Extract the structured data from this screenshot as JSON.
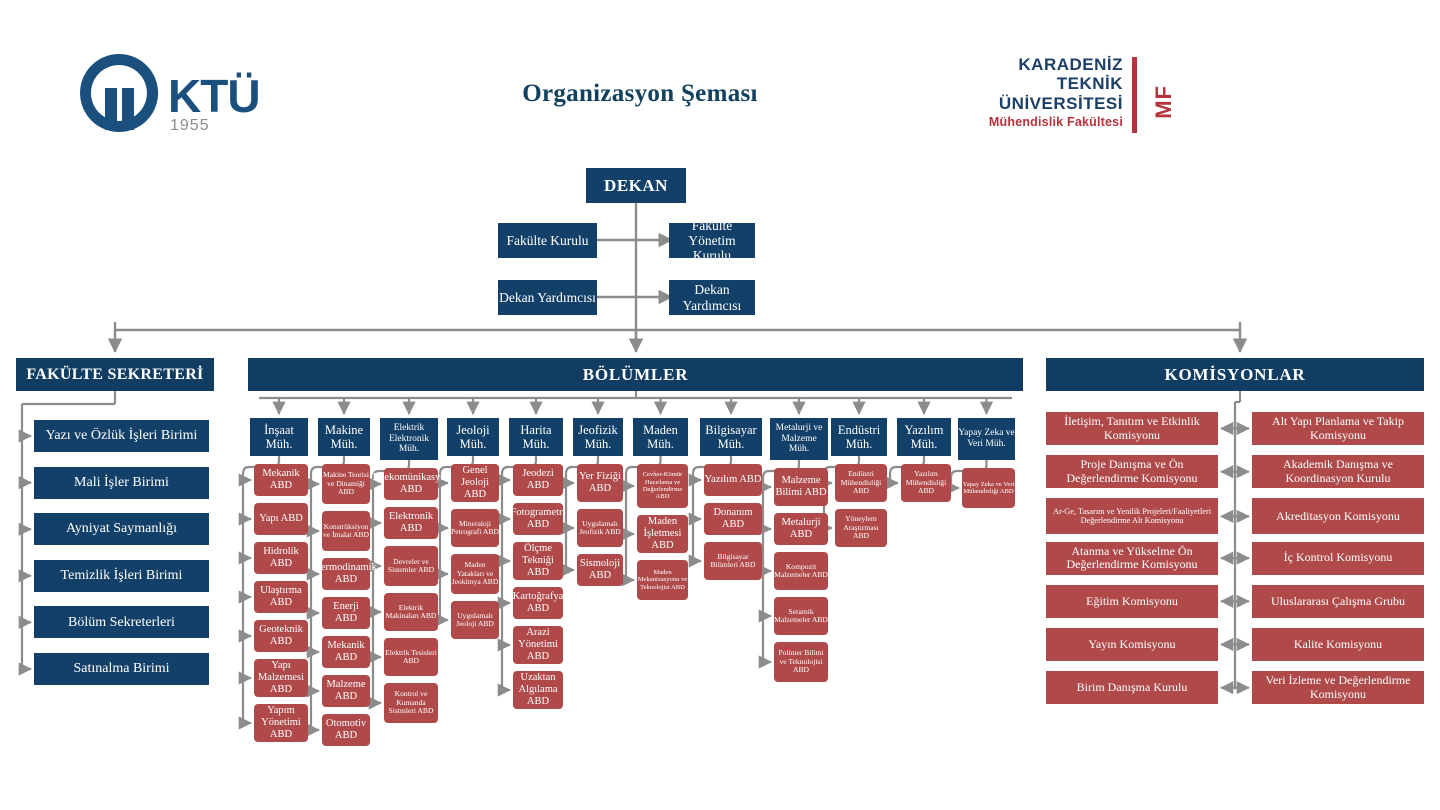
{
  "header": {
    "title": "Organizasyon Şeması",
    "logo_left": {
      "name": "ktu-logo",
      "text": "KTÜ",
      "year": "1955"
    },
    "logo_right": {
      "line1": "KARADENİZ",
      "line2": "TEKNİK ÜNİVERSİTESİ",
      "line3": "Mühendislik Fakültesi",
      "mark": "MF"
    }
  },
  "top": {
    "dekan": "DEKAN",
    "fakulte_kurulu": "Fakülte Kurulu",
    "fakulte_yonetim_kurulu": "Fakülte Yönetim Kurulu",
    "dekan_yardimcisi_1": "Dekan Yardımcısı",
    "dekan_yardimcisi_2": "Dekan Yardımcısı"
  },
  "sections": {
    "fakulte_sekreteri": "FAKÜLTE SEKRETERİ",
    "bolumler": "BÖLÜMLER",
    "komisyonlar": "KOMİSYONLAR"
  },
  "sekreterlik_birimleri": [
    "Yazı ve Özlük İşleri Birimi",
    "Mali İşler Birimi",
    "Ayniyat Saymanlığı",
    "Temizlik İşleri Birimi",
    "Bölüm Sekreterleri",
    "Satınalma Birimi"
  ],
  "bolumler": [
    {
      "name": "İnşaat Müh.",
      "abd": [
        "Mekanik ABD",
        "Yapı ABD",
        "Hidrolik ABD",
        "Ulaştırma ABD",
        "Geoteknik ABD",
        "Yapı Malzemesi ABD",
        "Yapım Yönetimi ABD"
      ]
    },
    {
      "name": "Makine Müh.",
      "abd": [
        "Makine Teorisi ve Dinamiği ABD",
        "Konstrüksiyon ve İmalat ABD",
        "Termodinamik ABD",
        "Enerji ABD",
        "Mekanik ABD",
        "Malzeme ABD",
        "Otomotiv ABD"
      ]
    },
    {
      "name": "Elektrik Elektronik Müh.",
      "abd": [
        "Telekomünikasyon ABD",
        "Elektronik ABD",
        "Devreler ve Sistemler ABD",
        "Elektrik Makinaları ABD",
        "Elektrik Tesisleri ABD",
        "Kontrol ve Kumanda Sistmleri ABD"
      ]
    },
    {
      "name": "Jeoloji Müh.",
      "abd": [
        "Genel Jeoloji ABD",
        "Mineraloji Petrografi ABD",
        "Maden Yatakları ve Jeokimya ABD",
        "Uygulamalı Jeoloji ABD"
      ]
    },
    {
      "name": "Harita Müh.",
      "abd": [
        "Jeodezi ABD",
        "Fotogrametri ABD",
        "Ölçme Tekniği ABD",
        "Kartoğrafya ABD",
        "Arazi Yönetimi ABD",
        "Uzaktan Algılama ABD"
      ]
    },
    {
      "name": "Jeofizik Müh.",
      "abd": [
        "Yer Fiziği ABD",
        "Uygulamalı Jeofizik ABD",
        "Sismoloji ABD"
      ]
    },
    {
      "name": "Maden Müh.",
      "abd": [
        "Cevher-Kömür Hazırlama ve Değerlendirme ABD",
        "Maden İşletmesi ABD",
        "Maden Mekanizasyonu ve Teknolojisi ABD"
      ]
    },
    {
      "name": "Bilgisayar Müh.",
      "abd": [
        "Yazılım ABD",
        "Donanım ABD",
        "Bilgisayar Bilimleri ABD"
      ]
    },
    {
      "name": "Metalurji ve Malzeme Müh.",
      "abd": [
        "Malzeme Bilimi ABD",
        "Metalurji ABD",
        "Kompozit Malzemeler ABD",
        "Seramik Malzemeler ABD",
        "Polimer Bilimi ve Teknolojisi ABD"
      ]
    },
    {
      "name": "Endüstri Müh.",
      "abd": [
        "Endüstri Mühendisliği ABD",
        "Yöneylem Araştırması ABD"
      ]
    },
    {
      "name": "Yazılım Müh.",
      "abd": [
        "Yazılım Mühendisliği ABD"
      ]
    },
    {
      "name": "Yapay Zeka ve Veri Müh.",
      "abd": [
        "Yapay Zeka ve Veri Mühendisliği ABD"
      ]
    }
  ],
  "komisyonlar_left": [
    "İletişim, Tanıtım ve Etkinlik Komisyonu",
    "Proje Danışma ve Ön Değerlendirme Komisyonu",
    "Ar-Ge, Tasarım ve Yenilik Projeleri/Faaliyetleri Değerlendirme Alt Komisyonu",
    "Atanma ve Yükselme Ön Değerlendirme Komisyonu",
    "Eğitim Komisyonu",
    "Yayın Komisyonu",
    "Birim Danışma Kurulu"
  ],
  "komisyonlar_right": [
    "Alt Yapı Planlama ve Takip Komisyonu",
    "Akademik Danışma ve Koordinasyon Kurulu",
    "Akreditasyon Komisyonu",
    "İç Kontrol Komisyonu",
    "Uluslararası Çalışma Grubu",
    "Kalite Komisyonu",
    "Veri İzleme ve Değerlendirme Komisyonu"
  ],
  "colors": {
    "navy": "#134068",
    "red": "#b04a4a",
    "connector": "#8c8c8c",
    "title": "#12405f",
    "brand_red": "#b5333b"
  }
}
